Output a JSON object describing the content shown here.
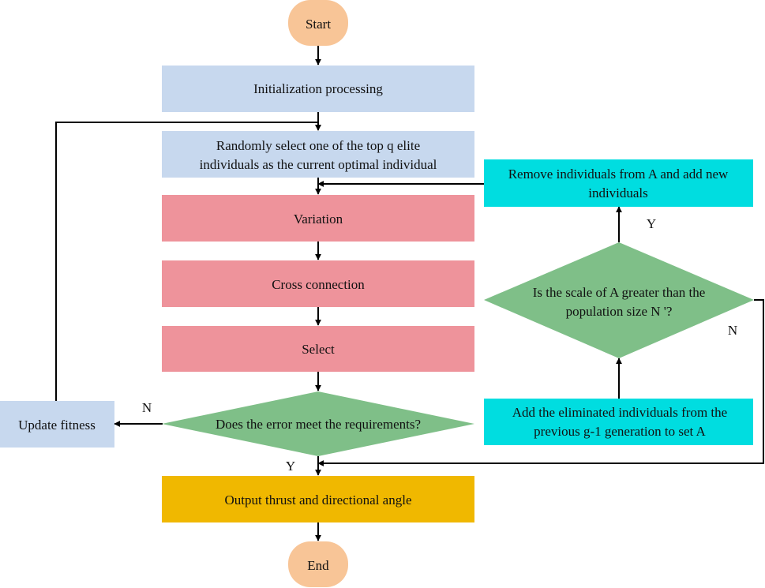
{
  "colors": {
    "start_end": "#f8c597",
    "process_blue": "#c7d8ee",
    "process_pink": "#ee939b",
    "decision_green": "#7fbf88",
    "process_cyan": "#00dde0",
    "output_gold": "#f0b800",
    "line": "#000000",
    "text": "#111111"
  },
  "nodes": {
    "start": "Start",
    "init": "Initialization processing",
    "random_select": [
      "Randomly select one of the top q elite",
      "individuals as the current optimal individual"
    ],
    "variation": "Variation",
    "cross": "Cross connection",
    "select": "Select",
    "error_decision": "Does the error meet the requirements?",
    "update_fitness": "Update fitness",
    "output": "Output thrust and directional angle",
    "end": "End",
    "remove_add": [
      "Remove individuals from A and add new",
      "individuals"
    ],
    "scale_decision": [
      "Is the scale of A greater than the",
      "population size N '?"
    ],
    "add_eliminated": [
      "Add the eliminated individuals from the",
      "previous g-1 generation to set A"
    ]
  },
  "edge_labels": {
    "error_no": "N",
    "error_yes": "Y",
    "scale_yes": "Y",
    "scale_no": "N"
  }
}
